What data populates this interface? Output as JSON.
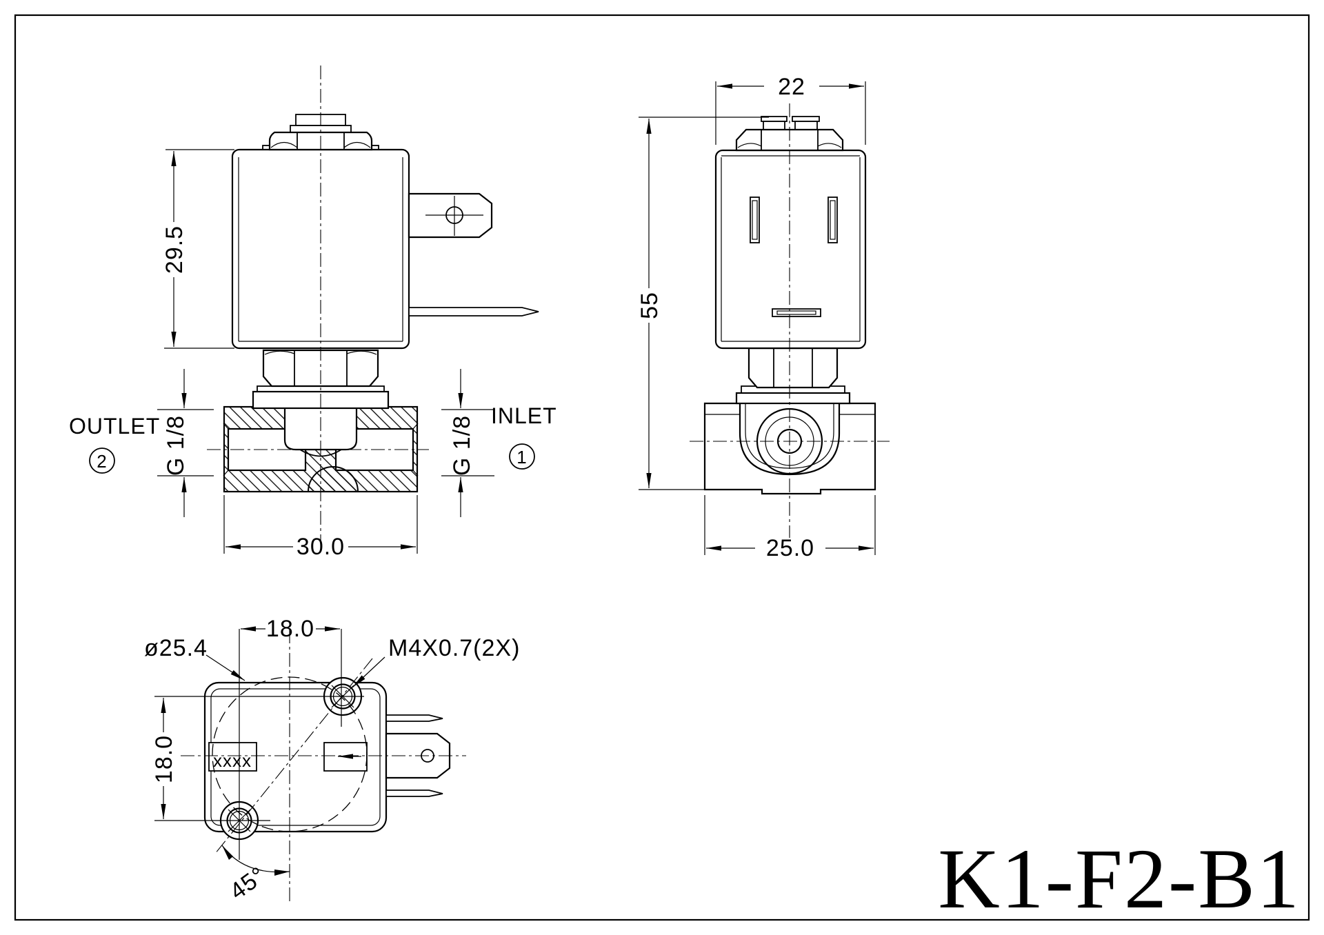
{
  "drawing": {
    "title": "K1-F2-B1",
    "front_view": {
      "coil_height_dim": "29.5",
      "body_width_dim": "30.0",
      "outlet_label": "OUTLET",
      "outlet_port_number": "2",
      "outlet_thread": "G 1/8",
      "inlet_label": "INLET",
      "inlet_port_number": "1",
      "inlet_thread": "G 1/8"
    },
    "side_view": {
      "coil_width_dim": "22",
      "total_height_dim": "55",
      "body_width_dim": "25.0"
    },
    "bottom_view": {
      "coil_diameter_dim": "ø25.4",
      "hole_spacing_horizontal_dim": "18.0",
      "mounting_thread_dim": "M4X0.7(2X)",
      "hole_spacing_vertical_dim": "18.0",
      "angle_dim": "45°",
      "date_code_marking": "xxxx"
    },
    "colors": {
      "line": "#000000",
      "background": "#ffffff"
    }
  }
}
